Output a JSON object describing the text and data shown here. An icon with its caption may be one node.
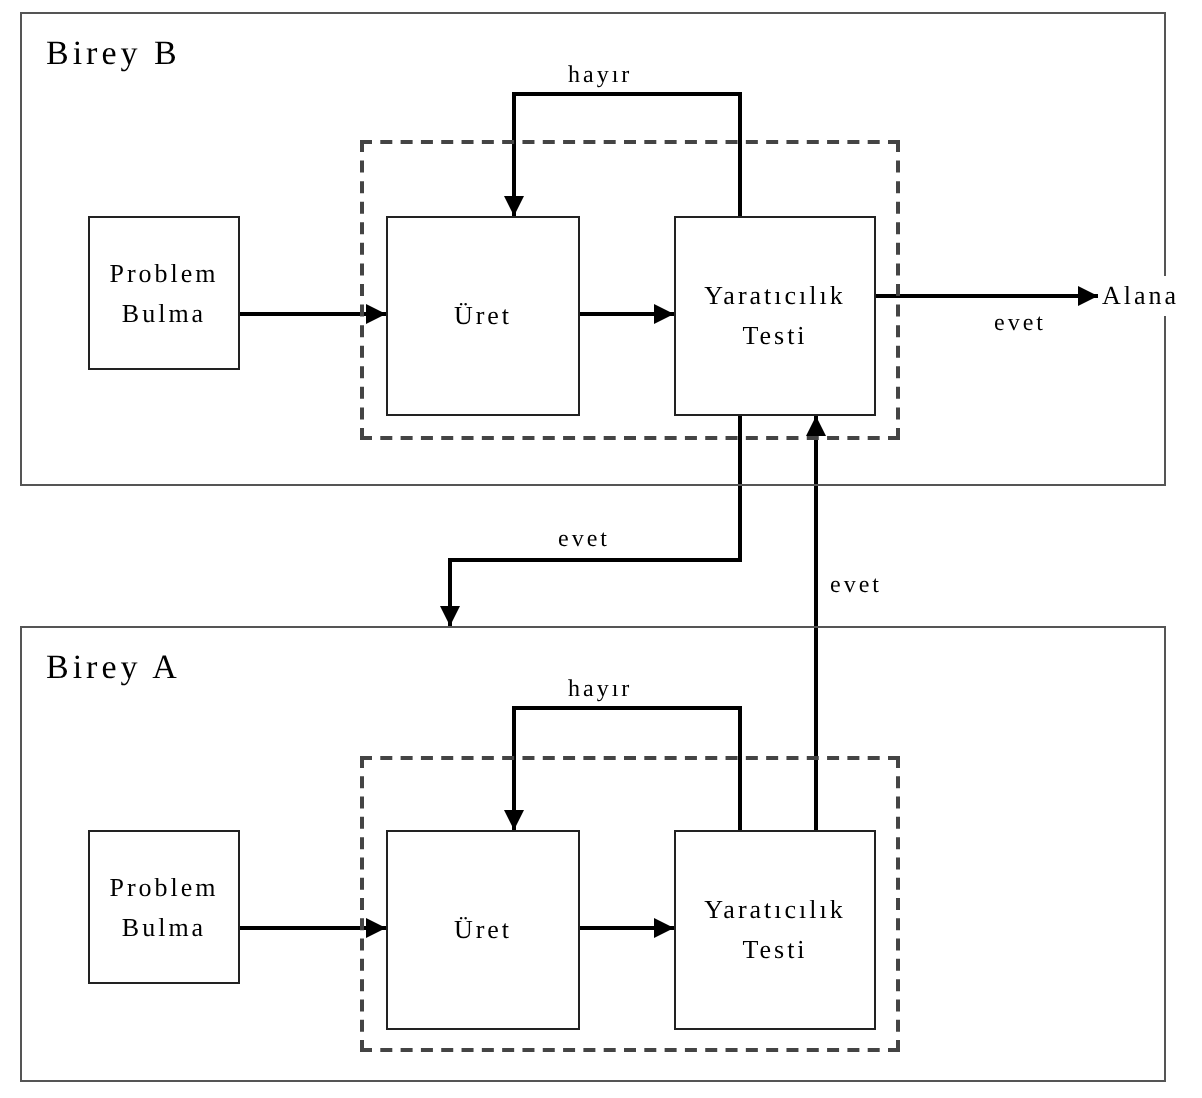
{
  "diagram": {
    "nodes": [
      {
        "text": [
          "Birey B"
        ]
      },
      {
        "text": [
          "Problem Bulma"
        ],
        "in": 0
      },
      {
        "text": [],
        "shape": "box",
        "in": 0
      },
      {
        "text": [
          "Üret"
        ],
        "in": 2
      },
      {
        "text": [
          "Yaratıcılık Testi"
        ],
        "in": 2
      },
      {
        "text": [
          "Alana"
        ]
      },
      {
        "text": [
          "Birey A"
        ]
      },
      {
        "text": [
          "Problem Bulma"
        ],
        "in": 6
      },
      {
        "text": [],
        "shape": "box",
        "in": 6
      },
      {
        "text": [
          "Üret"
        ],
        "in": 8
      },
      {
        "text": [
          "Yaratıcılık Testi"
        ],
        "in": 8
      }
    ],
    "edges": [
      {
        "from": 1,
        "to": 3,
        "arrow": "to"
      },
      {
        "from": 3,
        "to": 4,
        "arrow": "to"
      },
      {
        "from": 4,
        "to": 3,
        "arrow": "to",
        "label": "hayır"
      },
      {
        "from": 4,
        "to": 5,
        "arrow": "to",
        "label": "evet"
      },
      {
        "from": 4,
        "to": 6,
        "arrow": "to",
        "label": "evet"
      },
      {
        "from": 7,
        "to": 9,
        "arrow": "to"
      },
      {
        "from": 9,
        "to": 10,
        "arrow": "to"
      },
      {
        "from": 10,
        "to": 9,
        "arrow": "to",
        "label": "hayır"
      },
      {
        "from": 10,
        "to": 4,
        "arrow": "to",
        "label": "evet"
      }
    ]
  }
}
